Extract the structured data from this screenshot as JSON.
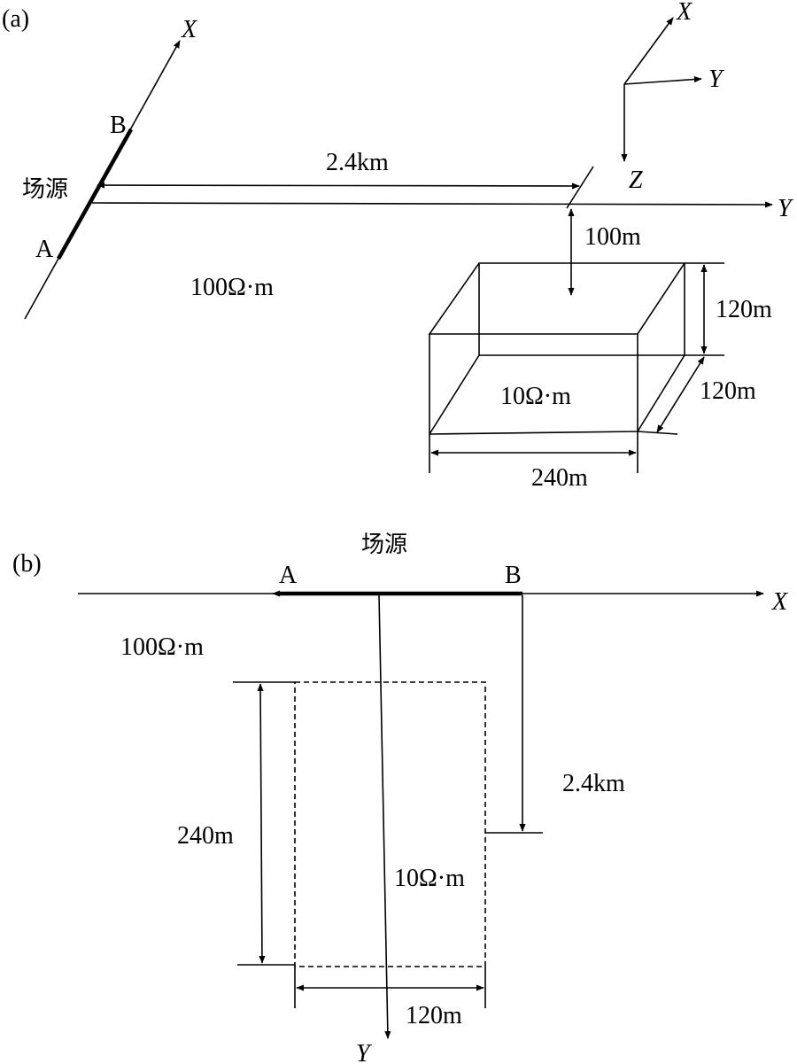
{
  "panel_a": {
    "label": "(a)",
    "source_label": "场源",
    "electrode_a": "A",
    "electrode_b": "B",
    "axis_x": "X",
    "axis_y": "Y",
    "offset": "2.4km",
    "host_resistivity": "100Ω·m",
    "depth": "100m",
    "block_height": "120m",
    "block_width": "120m",
    "block_length": "240m",
    "block_resistivity": "10Ω·m",
    "triad_x": "X",
    "triad_y": "Y",
    "triad_z": "Z"
  },
  "panel_b": {
    "label": "(b)",
    "source_label": "场源",
    "electrode_a": "A",
    "electrode_b": "B",
    "axis_x": "X",
    "axis_y": "Y",
    "host_resistivity": "100Ω·m",
    "offset": "2.4km",
    "block_length": "240m",
    "block_resistivity": "10Ω·m",
    "block_width": "120m"
  }
}
